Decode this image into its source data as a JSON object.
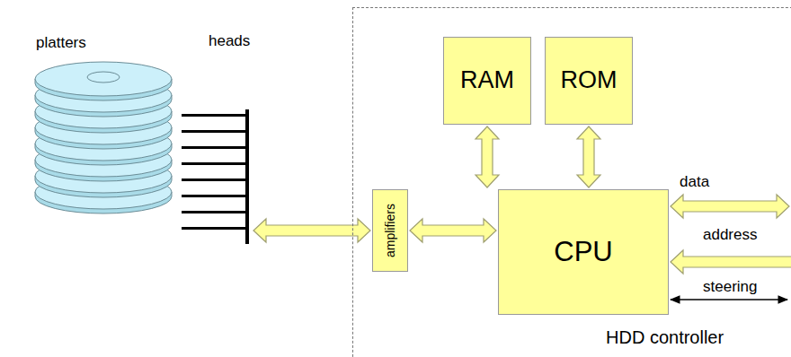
{
  "diagram": {
    "nodes": [
      {
        "text": [
          "heads"
        ]
      },
      {
        "text": [
          "HDD controller"
        ]
      },
      {
        "text": [
          "RAM"
        ],
        "in": 1
      },
      {
        "text": [
          "ROM"
        ],
        "in": 1
      },
      {
        "text": [
          "amplifiers"
        ],
        "in": 1
      },
      {
        "text": [
          "CPU"
        ],
        "in": 1
      }
    ],
    "edges": [
      {
        "from": 0,
        "to": 4,
        "arrow": "both"
      },
      {
        "from": 4,
        "to": 5,
        "arrow": "both"
      },
      {
        "from": 2,
        "to": 5,
        "arrow": "both"
      },
      {
        "from": 3,
        "to": 5,
        "arrow": "both"
      }
    ],
    "labels": [
      "platters",
      "data",
      "address",
      "steering"
    ]
  }
}
